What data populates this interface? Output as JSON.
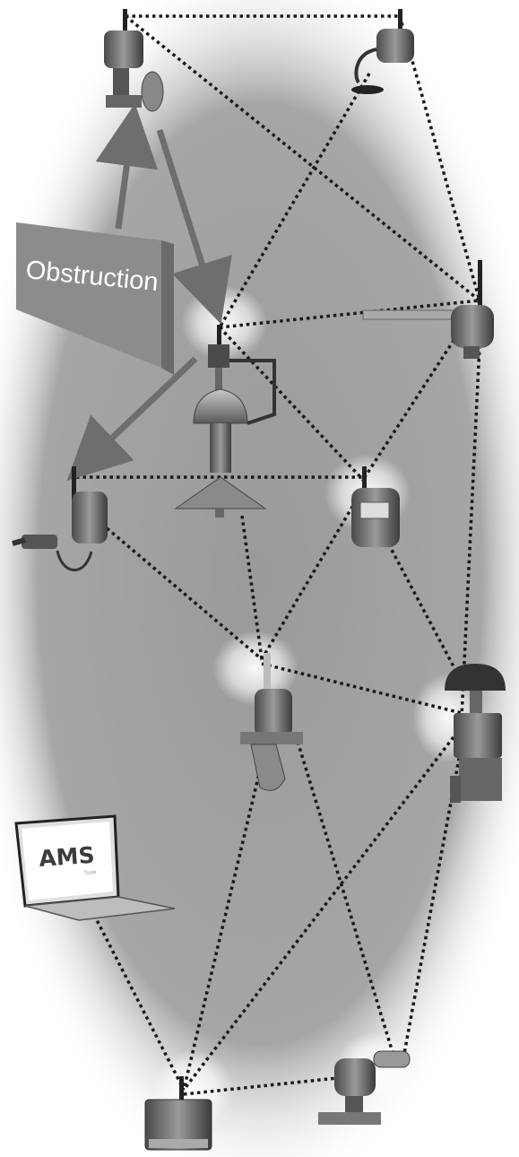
{
  "labels": {
    "obstruction": "Obstruction",
    "software_logo": "AMS",
    "software_sub": "Suite"
  },
  "colors": {
    "mesh_link": "#1a1a1a",
    "obstruction_fill": "#8c8c8c",
    "arrow": "#6e6e6e"
  },
  "devices": [
    {
      "id": "pressure-transmitter-top-left",
      "icon": "pressure-transmitter-icon"
    },
    {
      "id": "temperature-transmitter-top-right",
      "icon": "temperature-transmitter-icon"
    },
    {
      "id": "level-transmitter-right",
      "icon": "level-transmitter-icon"
    },
    {
      "id": "control-valve-actuator-center",
      "icon": "control-valve-icon"
    },
    {
      "id": "temperature-transmitter-left",
      "icon": "temperature-transmitter-icon"
    },
    {
      "id": "display-unit-center-right",
      "icon": "display-unit-icon"
    },
    {
      "id": "coriolis-flowmeter-center",
      "icon": "flowmeter-icon"
    },
    {
      "id": "control-valve-right",
      "icon": "control-valve-icon"
    },
    {
      "id": "laptop-ams",
      "icon": "laptop-icon"
    },
    {
      "id": "wireless-gateway-bottom",
      "icon": "gateway-icon"
    },
    {
      "id": "pressure-transmitter-bottom-right",
      "icon": "pressure-transmitter-icon"
    }
  ]
}
